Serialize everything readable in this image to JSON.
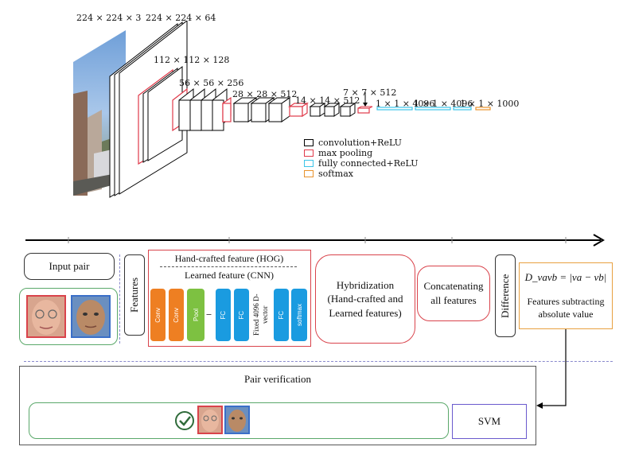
{
  "cnn": {
    "dims": [
      "224 × 224 × 3",
      "224 × 224 × 64",
      "112 × 112 × 128",
      "56 × 56 × 256",
      "28 × 28 × 512",
      "14 × 14 × 512",
      "7 × 7 × 512",
      "1 × 1 × 4096",
      "1 × 1 × 4096",
      "1 × 1 × 1000"
    ],
    "legend": [
      {
        "label": "convolution+ReLU",
        "color": "#000000"
      },
      {
        "label": "max pooling",
        "color": "#e03a4a"
      },
      {
        "label": "fully connected+ReLU",
        "color": "#3cc4e8"
      },
      {
        "label": "softmax",
        "color": "#e8922c"
      }
    ]
  },
  "pipeline": {
    "input_pair": "Input pair",
    "features": "Features",
    "hog": "Hand-crafted feature (HOG)",
    "cnn_feature": "Learned feature (CNN)",
    "layers": [
      "Conv",
      "Conv",
      "Pool",
      "FC",
      "FC",
      "FC",
      "softmax"
    ],
    "fixed_vector": "Fixed 4096 D-vector",
    "ellipsis": "......",
    "hybridization": "Hybridization (Hand-crafted and Learned features)",
    "concatenating": "Concatenating all features",
    "difference": "Difference",
    "formula": "D_vavb = |va − vb|",
    "formula_sub": "Features subtracting absolute value",
    "pair_verification": "Pair verification",
    "svm": "SVM"
  },
  "colors": {
    "conv": "#ee7f22",
    "pool": "#7dc141",
    "fc": "#1a9be0",
    "red_border": "#d9434b",
    "green_border": "#5aa86a",
    "purple_border": "#6a5acd",
    "orange_border": "#e8a040"
  }
}
